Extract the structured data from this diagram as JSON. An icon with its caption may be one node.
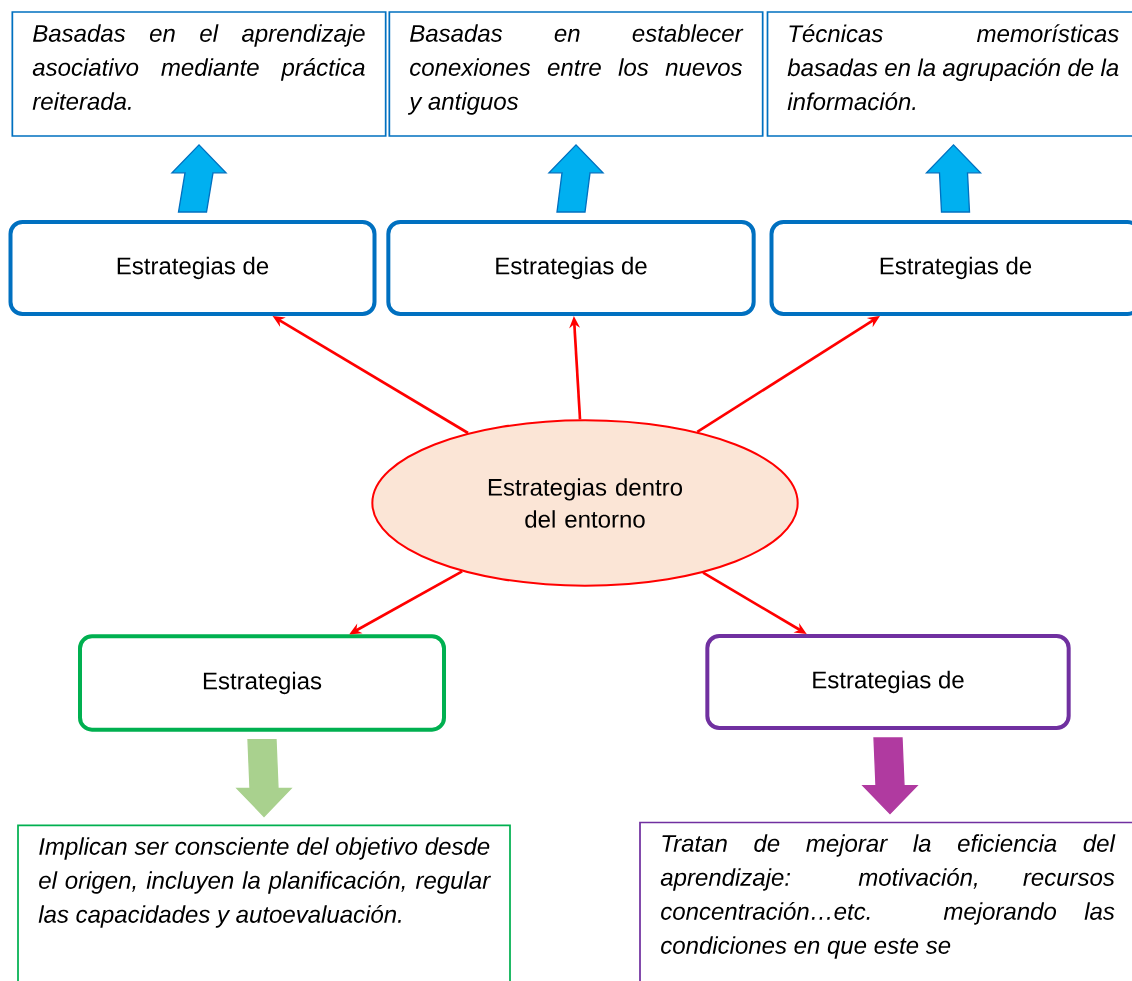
{
  "diagram": {
    "nodes": [
      {
        "text": [
          "Estrategias dentro del entorno"
        ]
      },
      {
        "text": [
          "Estrategias de"
        ]
      },
      {
        "text": [
          "Estrategias de"
        ]
      },
      {
        "text": [
          "Estrategias de"
        ]
      },
      {
        "text": [
          "Estrategias"
        ]
      },
      {
        "text": [
          "Estrategias de"
        ]
      },
      {
        "text": [
          "Basadas en el aprendizaje asociativo mediante práctica reiterada."
        ]
      },
      {
        "text": [
          "Basadas en establecer conexiones entre los nuevos y antiguos"
        ]
      },
      {
        "text": [
          "Técnicas memorísticas basadas en la agrupación de la información."
        ]
      },
      {
        "text": [
          "Implican ser consciente del objetivo desde el origen, incluyen la planificación, regular las capacidades y autoevaluación."
        ]
      },
      {
        "text": [
          "Tratan de mejorar la eficiencia del aprendizaje: motivación, recursos concentración…etc. mejorando las condiciones en que este se"
        ]
      }
    ],
    "edges": [
      {
        "from": 0,
        "to": 1,
        "arrow": "to"
      },
      {
        "from": 0,
        "to": 2,
        "arrow": "to"
      },
      {
        "from": 0,
        "to": 3,
        "arrow": "to"
      },
      {
        "from": 0,
        "to": 4,
        "arrow": "to"
      },
      {
        "from": 0,
        "to": 5,
        "arrow": "to"
      },
      {
        "from": 1,
        "to": 6,
        "arrow": "to",
        "style": "thick",
        "color": "#00b0f0"
      },
      {
        "from": 2,
        "to": 7,
        "arrow": "to",
        "style": "thick",
        "color": "#00b0f0"
      },
      {
        "from": 3,
        "to": 8,
        "arrow": "to",
        "style": "thick",
        "color": "#00b0f0"
      },
      {
        "from": 4,
        "to": 9,
        "arrow": "to",
        "style": "thick",
        "color": "#a9d18e"
      },
      {
        "from": 5,
        "to": 10,
        "arrow": "to",
        "style": "thick",
        "color": "#b03aa0"
      }
    ]
  }
}
